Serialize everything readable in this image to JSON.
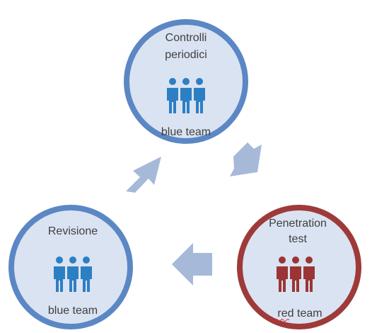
{
  "diagram": {
    "type": "cycle",
    "nodes": [
      {
        "id": "controlli",
        "title_lines": [
          "Controlli",
          "periodici"
        ],
        "icon": "people-group-icon",
        "team": "blue team",
        "fill": "#dae3f1",
        "border": "#5b87c4",
        "icon_color": "#2d7fc4",
        "text_color": "#404040"
      },
      {
        "id": "penetration",
        "title_lines": [
          "Penetration",
          "test"
        ],
        "icon": "people-group-icon",
        "team": "red team",
        "fill": "#dae3f1",
        "border": "#9e3a3a",
        "icon_color": "#9b3535",
        "text_color": "#404040"
      },
      {
        "id": "revisione",
        "title_lines": [
          "Revisione"
        ],
        "icon": "people-group-icon",
        "team": "blue team",
        "fill": "#dae3f1",
        "border": "#5b87c4",
        "icon_color": "#2d7fc4",
        "text_color": "#404040"
      }
    ],
    "arrows": [
      {
        "from": "controlli",
        "to": "penetration",
        "icon": "arrow-down-right-icon"
      },
      {
        "from": "penetration",
        "to": "revisione",
        "icon": "arrow-left-icon"
      },
      {
        "from": "revisione",
        "to": "controlli",
        "icon": "arrow-up-right-icon"
      }
    ],
    "arrow_color": "#a6b9d9"
  }
}
